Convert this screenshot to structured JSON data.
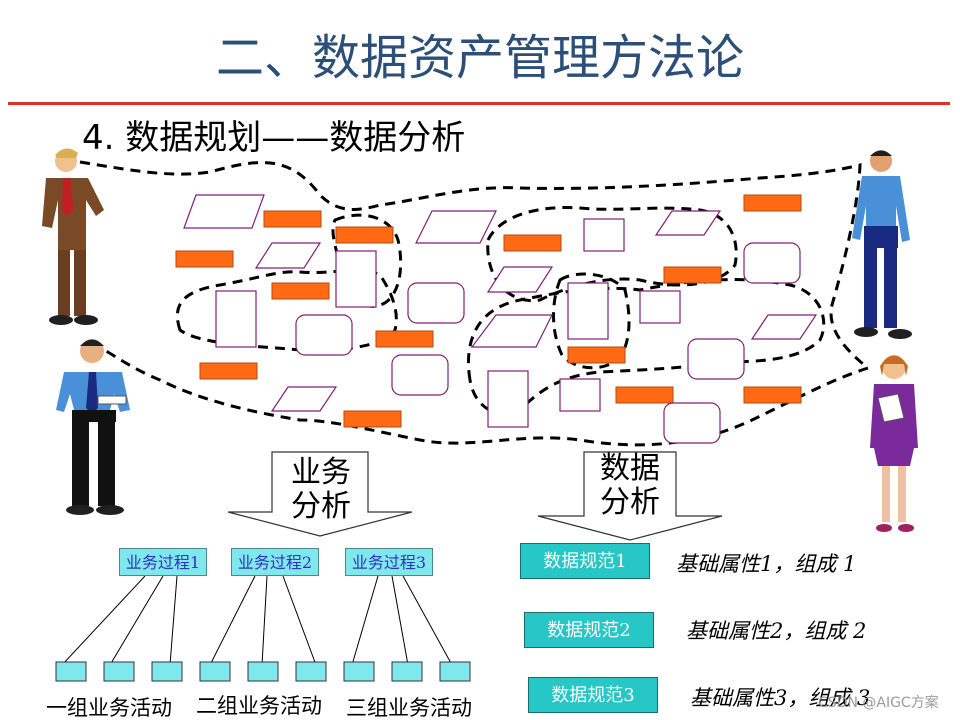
{
  "title": "二、数据资产管理方法论",
  "subtitle": "4. 数据规划——数据分析",
  "arrows": {
    "business": [
      "业务",
      "分析"
    ],
    "data": [
      "数据",
      "分析"
    ]
  },
  "processes": [
    "业务过程1",
    "业务过程2",
    "业务过程3"
  ],
  "groups": [
    "一组业务活动",
    "二组业务活动",
    "三组业务活动"
  ],
  "specs": [
    {
      "label": "数据规范1",
      "desc": "基础属性1，组成  1"
    },
    {
      "label": "数据规范2",
      "desc": "基础属性2，组成  2"
    },
    {
      "label": "数据规范3",
      "desc": "基础属性3，组成  3"
    }
  ],
  "watermark": "CSDN @AIGC方案",
  "colors": {
    "title": "#2c4f7a",
    "rule": "#e0302a",
    "orange_block": "#ff6a13",
    "outline_shape": "#80207a",
    "process_box": "#7fe8ec",
    "spec_box": "#27c7c7"
  },
  "people": [
    "businessman-brown-suit",
    "man-blue-shirt-right",
    "man-blue-shirt-tie",
    "woman-purple-suit"
  ]
}
